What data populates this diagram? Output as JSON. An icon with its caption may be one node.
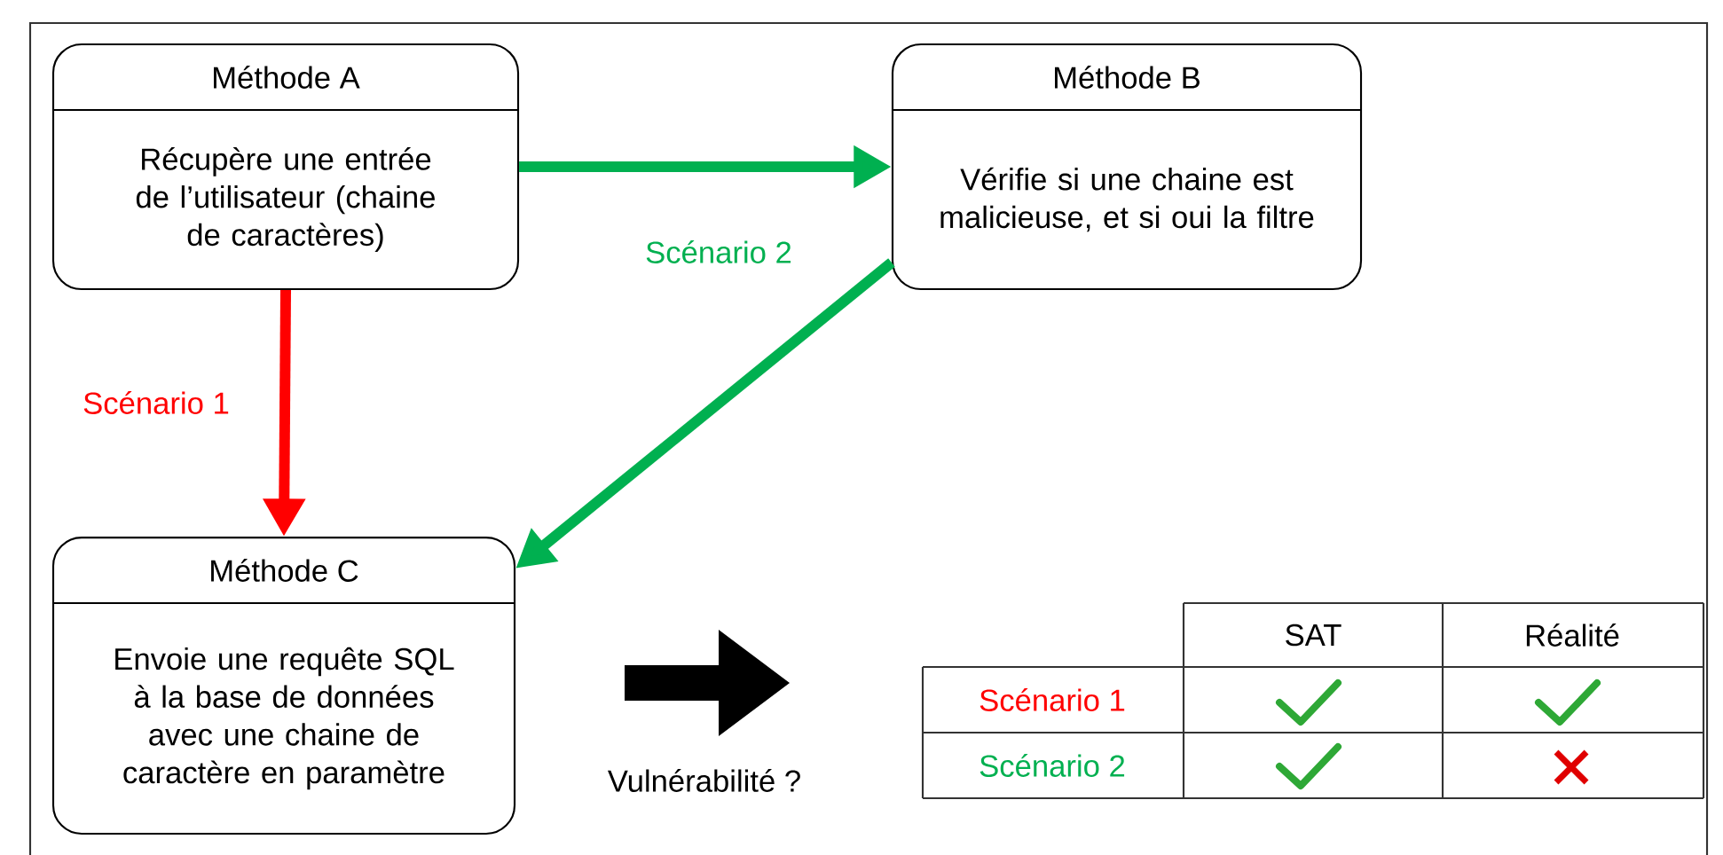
{
  "diagram": {
    "nodes": [
      {
        "text": [
          "Méthode A",
          "Récupère une entrée de l’utilisateur (chaine de caractères)"
        ]
      },
      {
        "text": [
          "Méthode B",
          "Vérifie si une chaine est malicieuse, et si oui la filtre"
        ]
      },
      {
        "text": [
          "Méthode C",
          "Envoie une requête SQL à la base de données avec une chaine de caractère en paramètre"
        ]
      }
    ],
    "edges": [
      {
        "from": 0,
        "to": 1,
        "arrow": "to",
        "label": "Scénario 2",
        "color": "#00b050"
      },
      {
        "from": 0,
        "to": 2,
        "arrow": "to",
        "label": "Scénario 1",
        "color": "#ff0000"
      },
      {
        "from": 1,
        "to": 2,
        "arrow": "to",
        "color": "#00b050"
      }
    ],
    "labels": [
      "Vulnérabilité ?",
      "SAT",
      "Réalité",
      "Scénario 1",
      "Scénario 2"
    ]
  }
}
